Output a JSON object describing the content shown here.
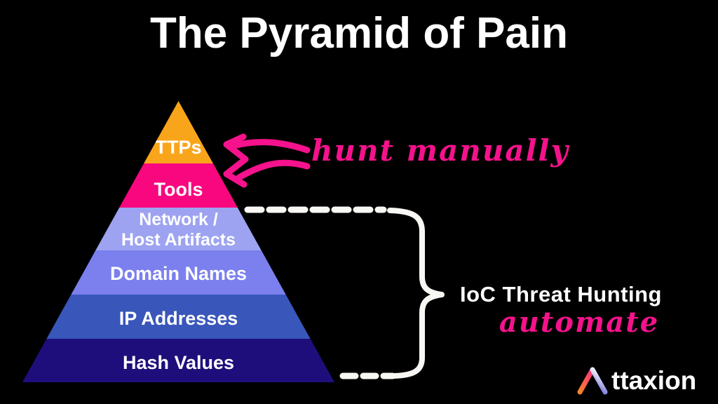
{
  "title": "The Pyramid of Pain",
  "colors": {
    "background": "#000000",
    "annotation_pink": "#F5128C",
    "annotation_white": "#F8F7F4",
    "label_white": "#FFFFFF"
  },
  "pyramid": {
    "name": "Pyramid of Pain",
    "layers": [
      {
        "label": "TTPs",
        "color": "#F9A51B"
      },
      {
        "label": "Tools",
        "color": "#F9077F"
      },
      {
        "label": "Network /\nHost Artifacts",
        "color": "#9DA3F0"
      },
      {
        "label": "Domain Names",
        "color": "#7B80EE"
      },
      {
        "label": "IP Addresses",
        "color": "#3956BA"
      },
      {
        "label": "Hash Values",
        "color": "#1E0E7C"
      }
    ]
  },
  "annotations": {
    "hunt_manually": "hunt manually",
    "ioc_threat_hunting": "IoC Threat Hunting",
    "automate": "automate"
  },
  "logo": {
    "name": "Attaxion",
    "text": "ttaxion",
    "gradient": {
      "pink": "#FF2F7E",
      "orange": "#F5822A",
      "indigo": "#5150D0",
      "white": "#FFFFFF"
    }
  }
}
